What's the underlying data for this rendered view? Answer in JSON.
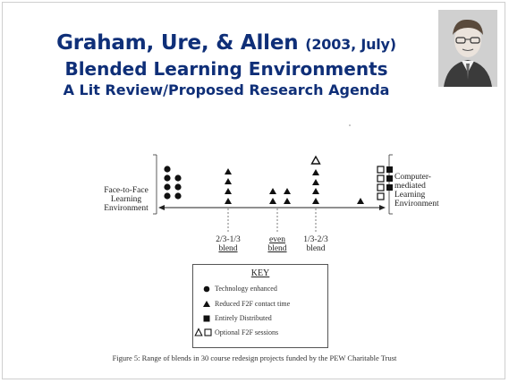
{
  "title": {
    "main": "Graham, Ure, & Allen",
    "date": "(2003, July)",
    "line2": "Blended Learning Environments",
    "line3": "A Lit Review/Proposed Research Agenda"
  },
  "diagram": {
    "left_label": [
      "Face-to-Face",
      "Learning",
      "Environment"
    ],
    "right_label": [
      "Computer-",
      "mediated",
      "Learning",
      "Environment"
    ],
    "blend_labels": [
      [
        "2/3-1/3",
        "blend"
      ],
      [
        "even",
        "blend"
      ],
      [
        "1/3-2/3",
        "blend"
      ]
    ]
  },
  "key": {
    "title": "KEY",
    "items": [
      {
        "icon": "circle",
        "text": "Technology enhanced"
      },
      {
        "icon": "triangle",
        "text": "Reduced F2F contact time"
      },
      {
        "icon": "square",
        "text": "Entirely Distributed"
      },
      {
        "icon": "open-triangle-square",
        "text": "Optional F2F sessions"
      }
    ]
  },
  "caption": "Figure 5: Range of blends in 30 course redesign projects funded by the PEW Charitable Trust",
  "colors": {
    "title": "#0f2f78",
    "ink": "#222222"
  }
}
